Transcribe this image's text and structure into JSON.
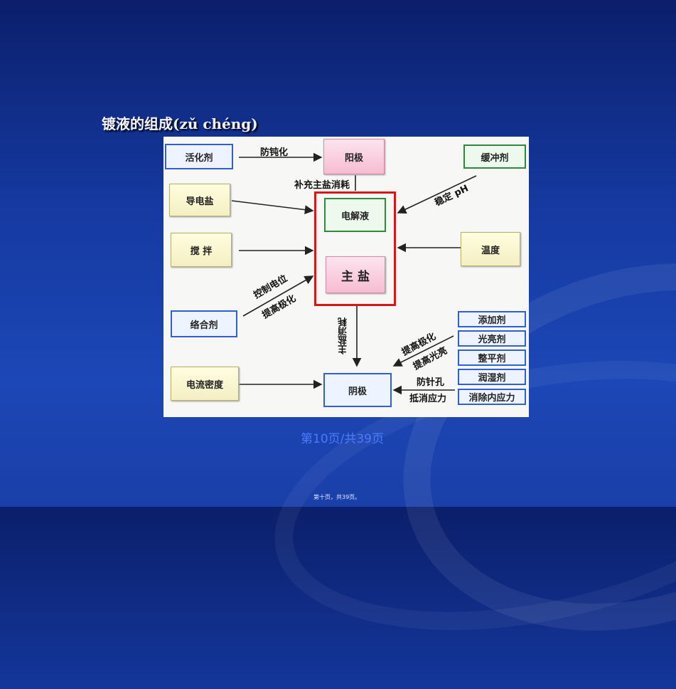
{
  "title": "镀液的组成(zǔ chéng)",
  "diagram": {
    "center": {
      "electrolyte": "电解液",
      "main_salt": "主 盐"
    },
    "nodes": {
      "activator": "活化剂",
      "anode": "阳极",
      "buffer": "缓冲剂",
      "conductive_salt": "导电盐",
      "stirring": "搅 拌",
      "temperature": "温度",
      "complexing": "络合剂",
      "current_density": "电流密度",
      "cathode": "阴极"
    },
    "additives": [
      "添加剂",
      "光亮剂",
      "整平剂",
      "润湿剂",
      "消除内应力"
    ],
    "edge_labels": {
      "anti_passivation": "防钝化",
      "replenish": "补充主盐消耗",
      "stabilize_ph": "稳定 pH",
      "control_potential": "控制电位",
      "increase_polarization": "提高极化",
      "consume_main_salt": "主盐消耗",
      "increase_polarization_2": "提高极化",
      "increase_brightness": "提高光亮",
      "anti_pinhole": "防针孔",
      "offset_stress": "抵消应力"
    }
  },
  "page_indicator": "第10页/共39页",
  "footer_text": "第十页，共39页。",
  "colors": {
    "background": "#1539a0",
    "panel": "#f7f7f5",
    "center_border": "#d21818",
    "blue_border": "#2f5fd0",
    "green_border": "#2e8a3a",
    "page_indicator": "#4a7bff"
  }
}
